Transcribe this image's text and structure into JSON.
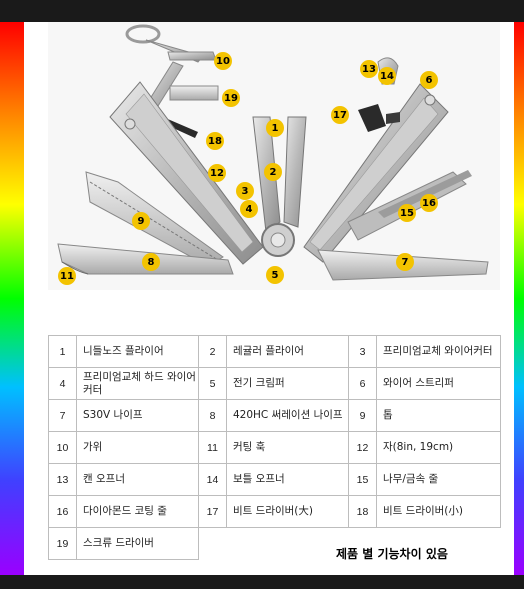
{
  "badges": [
    "1",
    "2",
    "3",
    "4",
    "5",
    "6",
    "7",
    "8",
    "9",
    "10",
    "11",
    "12",
    "13",
    "14",
    "15",
    "16",
    "17",
    "18",
    "19"
  ],
  "parts": [
    {
      "num": "1",
      "name": "니들노즈 플라이어"
    },
    {
      "num": "2",
      "name": "레귤러 플라이어"
    },
    {
      "num": "3",
      "name": "프리미엄교체 와이어커터"
    },
    {
      "num": "4",
      "name": "프리미엄교체 하드 와이어커터"
    },
    {
      "num": "5",
      "name": "전기 크림퍼"
    },
    {
      "num": "6",
      "name": "와이어 스트리퍼"
    },
    {
      "num": "7",
      "name": "S30V 나이프"
    },
    {
      "num": "8",
      "name": "420HC 써레이션 나이프"
    },
    {
      "num": "9",
      "name": "톱"
    },
    {
      "num": "10",
      "name": "가위"
    },
    {
      "num": "11",
      "name": "커팅 훅"
    },
    {
      "num": "12",
      "name": "자(8in, 19cm)"
    },
    {
      "num": "13",
      "name": "캔 오프너"
    },
    {
      "num": "14",
      "name": "보틀 오프너"
    },
    {
      "num": "15",
      "name": "나무/금속 줄"
    },
    {
      "num": "16",
      "name": "다이아몬드 코팅 줄"
    },
    {
      "num": "17",
      "name": "비트 드라이버(大)"
    },
    {
      "num": "18",
      "name": "비트 드라이버(小)"
    },
    {
      "num": "19",
      "name": "스크류 드라이버"
    }
  ],
  "note": "제품 별 기능차이 있음",
  "colors": {
    "badge": "#f3c300",
    "rainbow": [
      "#ff0000",
      "#ff7f00",
      "#ffff00",
      "#00ff00",
      "#00c0ff",
      "#4040ff",
      "#9a00ff"
    ]
  }
}
